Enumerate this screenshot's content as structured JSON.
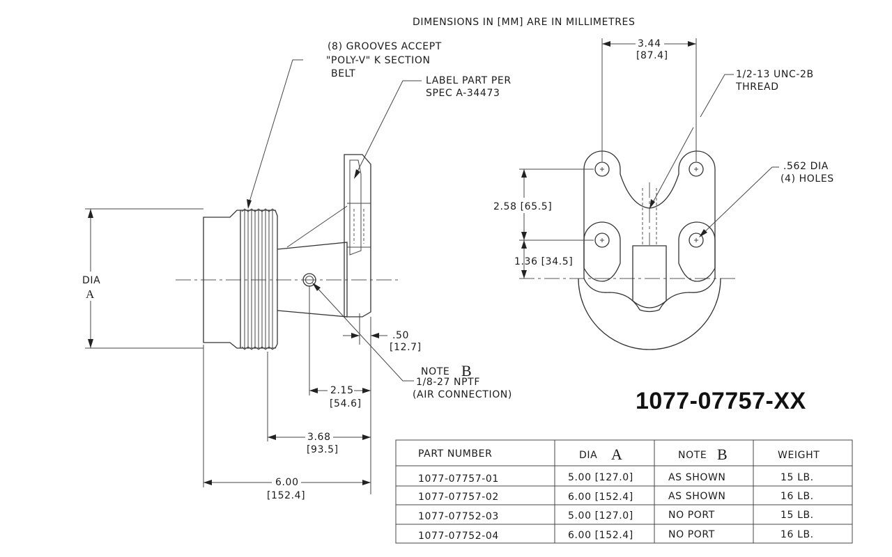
{
  "header": {
    "dims_note": "DIMENSIONS IN [MM] ARE IN MILLIMETRES"
  },
  "part_title": "1077-07757-XX",
  "notes": {
    "grooves": [
      "(8) GROOVES ACCEPT",
      "\"POLY-V\" K SECTION",
      "BELT"
    ],
    "label": [
      "LABEL PART PER",
      "SPEC A-34473"
    ],
    "thread": [
      "1/2-13 UNC-2B",
      "THREAD"
    ],
    "holes": [
      ".562 DIA",
      "(4) HOLES"
    ],
    "note_b_word": "NOTE",
    "note_b_letter": "B",
    "nptf": [
      "1/8-27 NPTF",
      "(AIR CONNECTION)"
    ],
    "dia_label": "DIA",
    "dia_letter": "A"
  },
  "dimensions": {
    "d_344": {
      "in": "3.44",
      "mm": "[87.4]"
    },
    "d_258": "2.58 [65.5]",
    "d_136": "1.36 [34.5]",
    "d_050": {
      "in": ".50",
      "mm": "[12.7]"
    },
    "d_215": {
      "in": "2.15",
      "mm": "[54.6]"
    },
    "d_368": {
      "in": "3.68",
      "mm": "[93.5]"
    },
    "d_600": {
      "in": "6.00",
      "mm": "[152.4]"
    }
  },
  "table": {
    "headers": [
      {
        "text": "PART NUMBER",
        "letter": ""
      },
      {
        "text": "DIA",
        "letter": "A"
      },
      {
        "text": "NOTE",
        "letter": "B"
      },
      {
        "text": "WEIGHT",
        "letter": ""
      }
    ],
    "rows": [
      [
        "1077-07757-01",
        "5.00 [127.0]",
        "AS SHOWN",
        "15 LB."
      ],
      [
        "1077-07757-02",
        "6.00 [152.4]",
        "AS SHOWN",
        "16 LB."
      ],
      [
        "1077-07752-03",
        "5.00 [127.0]",
        "NO PORT",
        "15 LB."
      ],
      [
        "1077-07752-04",
        "6.00 [152.4]",
        "NO PORT",
        "16 LB."
      ]
    ]
  }
}
